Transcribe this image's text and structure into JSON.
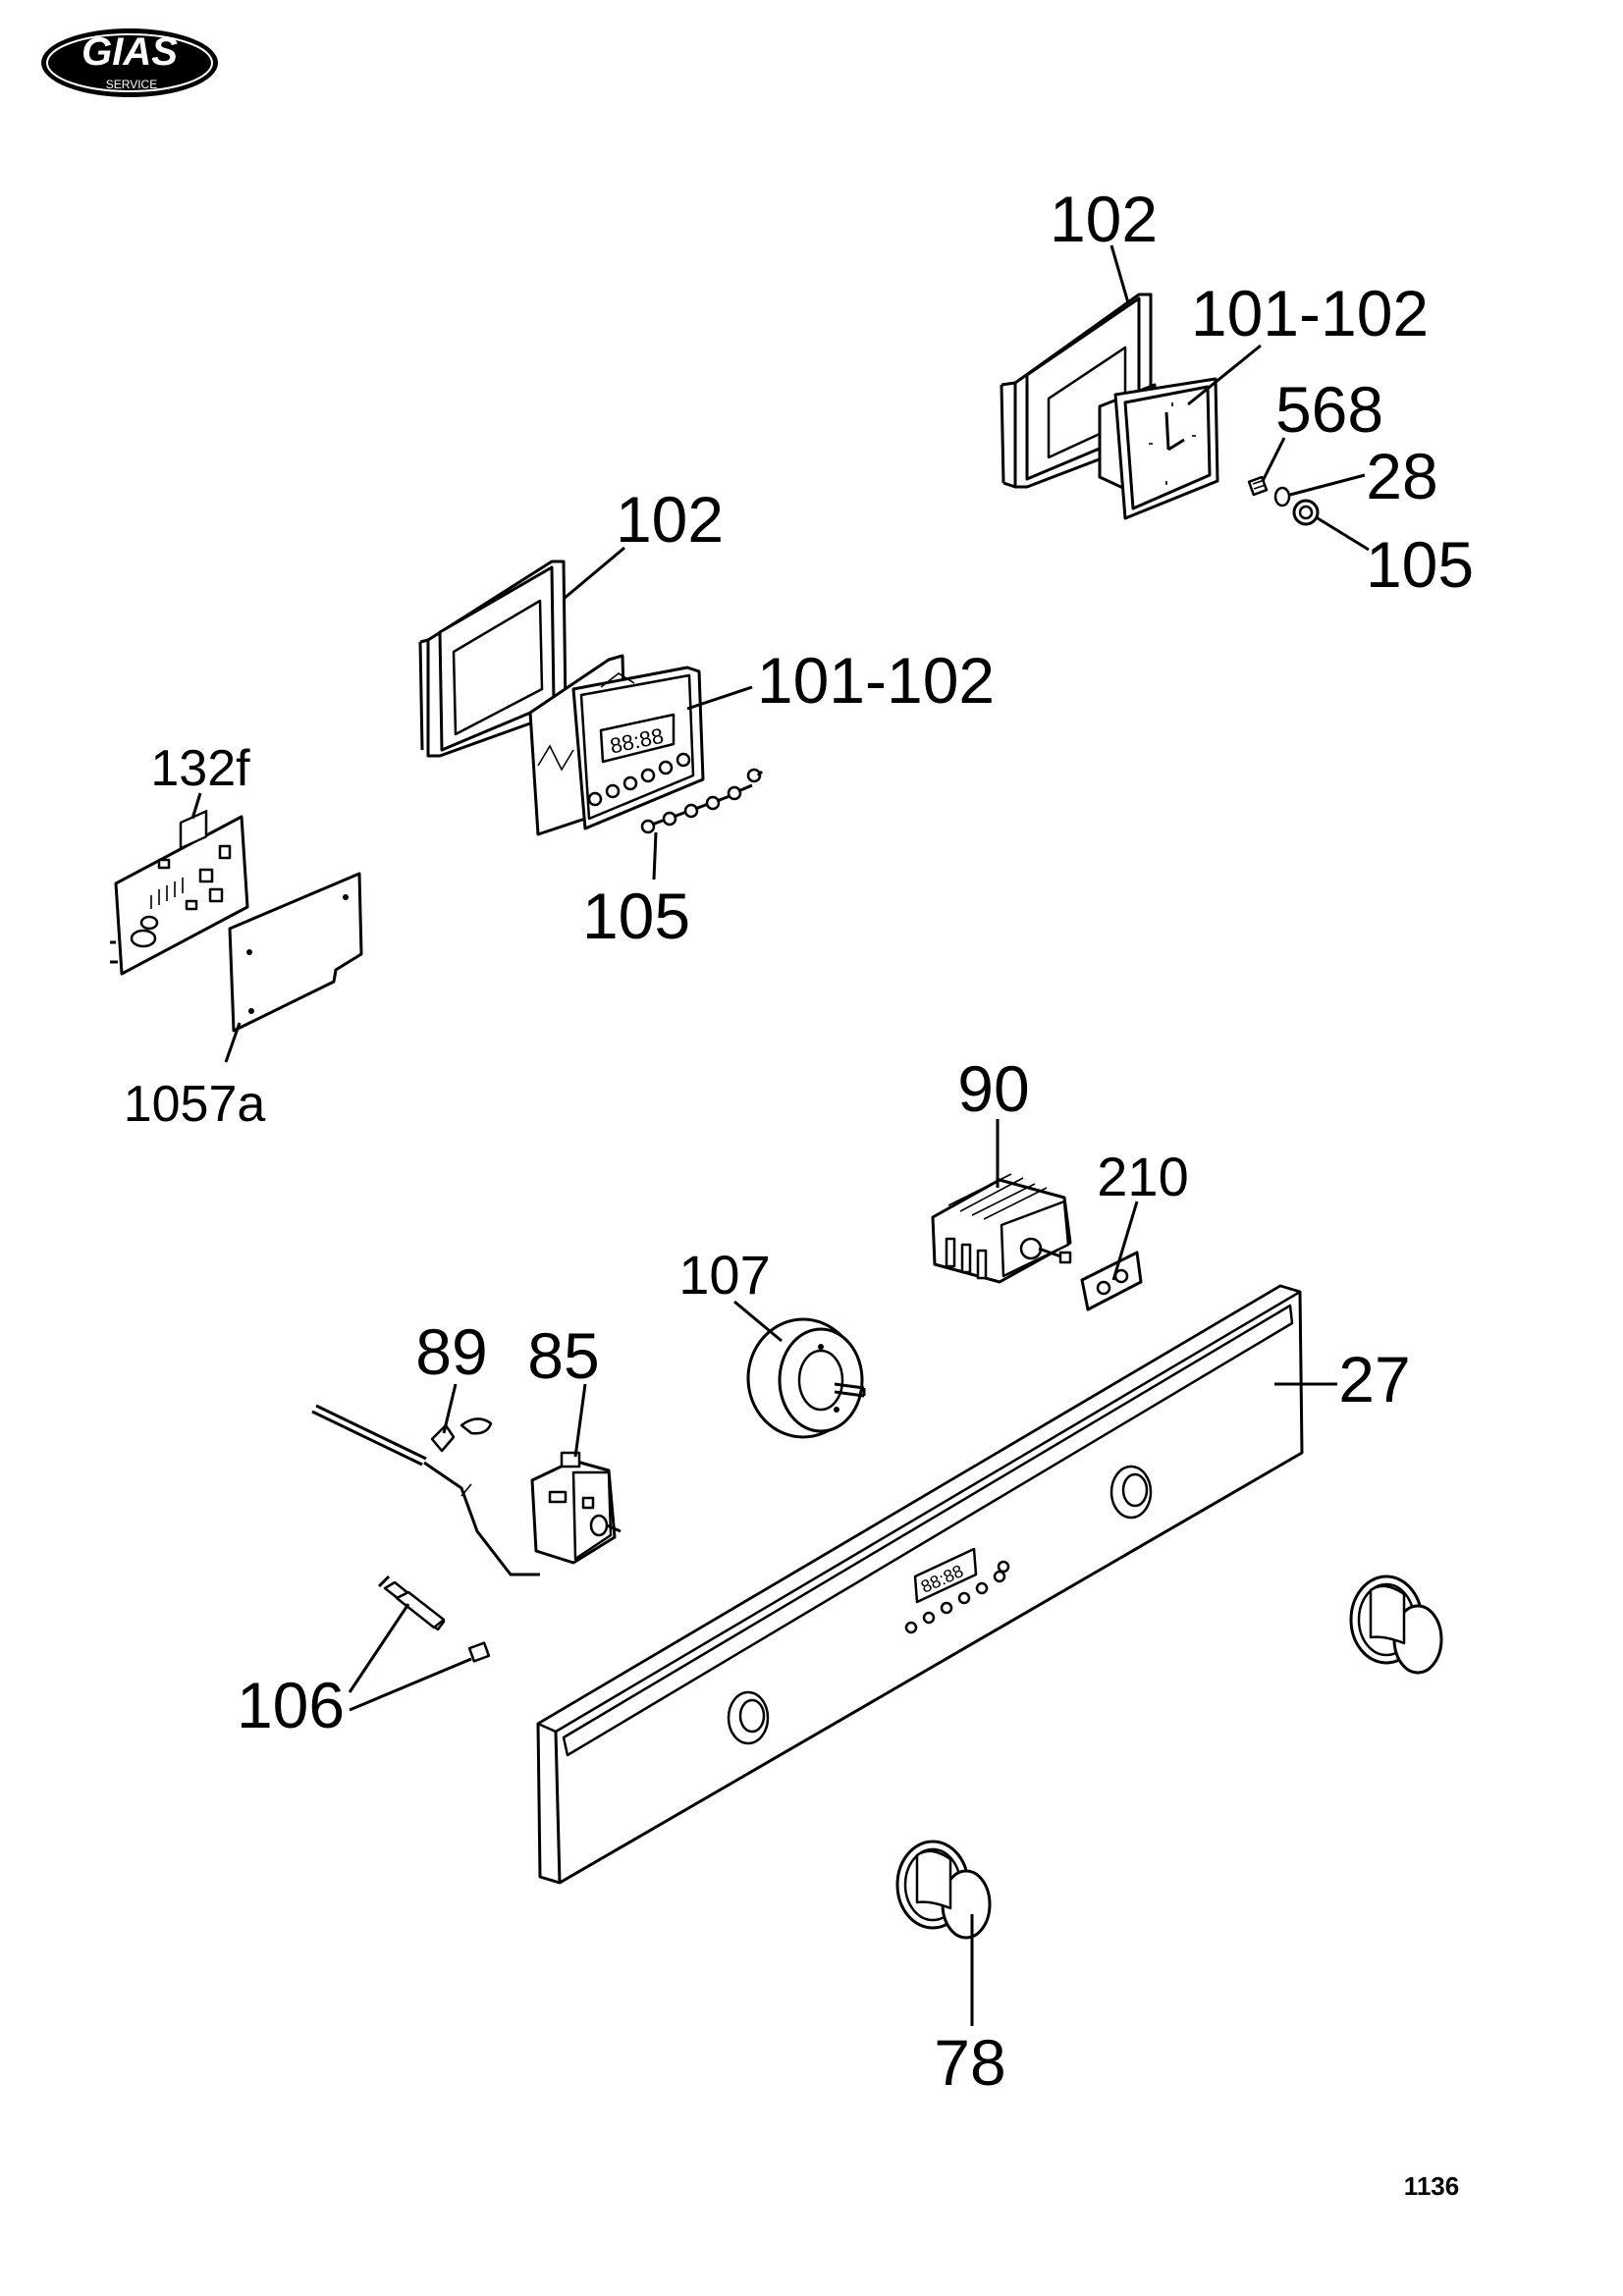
{
  "brand": {
    "logo_text": "GIAS",
    "logo_subtext": "SERVICE"
  },
  "labels": {
    "top_frame": "102",
    "top_clock": "101-102",
    "top_568": "568",
    "top_28": "28",
    "top_105": "105",
    "mid_frame": "102",
    "mid_timer": "101-102",
    "mid_105": "105",
    "pcb": "132f",
    "pcb_plate": "1057a",
    "selector": "90",
    "bracket": "210",
    "motor": "107",
    "thermostat_probe": "89",
    "thermostat": "85",
    "panel": "27",
    "lamp_parts": "106",
    "knob": "78"
  },
  "timer_display": "88:88",
  "page_number": "1136"
}
